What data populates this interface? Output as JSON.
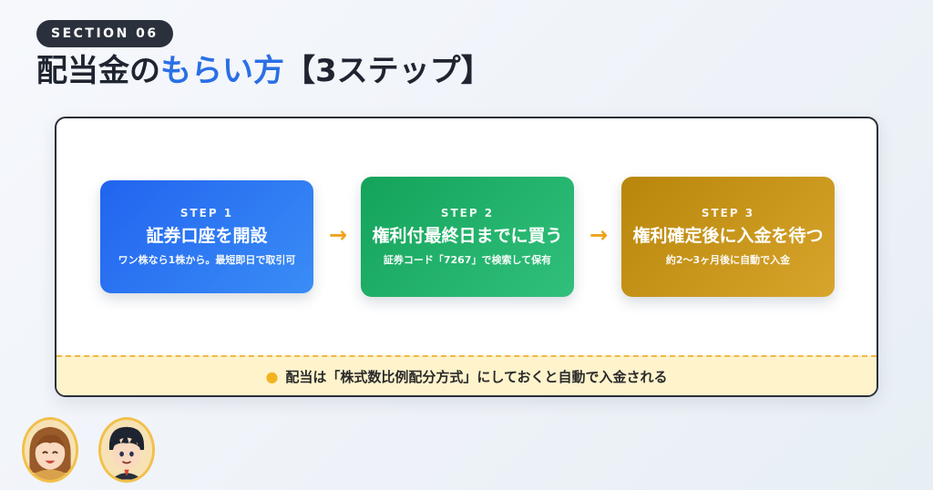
{
  "header": {
    "section_badge": "SECTION 06",
    "title_prefix": "配当金の",
    "title_accent": "もらい方",
    "title_suffix": "【3ステップ】"
  },
  "steps": [
    {
      "label": "STEP 1",
      "title": "証券口座を開設",
      "desc": "ワン株なら1株から。最短即日で取引可"
    },
    {
      "label": "STEP 2",
      "title": "権利付最終日までに買う",
      "desc": "証券コード「7267」で検索して保有"
    },
    {
      "label": "STEP 3",
      "title": "権利確定後に入金を待つ",
      "desc": "約2〜3ヶ月後に自動で入金"
    }
  ],
  "arrows": [
    "→",
    "→"
  ],
  "tip": {
    "icon": "lightbulb-icon",
    "text": "配当は「株式数比例配分方式」にしておくと自動で入金される"
  },
  "colors": {
    "accent": "#2a6fe6",
    "step1": "#2164ef",
    "step2": "#14a35a",
    "step3": "#b8860b",
    "arrow": "#f0a21a",
    "tip_bg": "#fff3cc"
  }
}
